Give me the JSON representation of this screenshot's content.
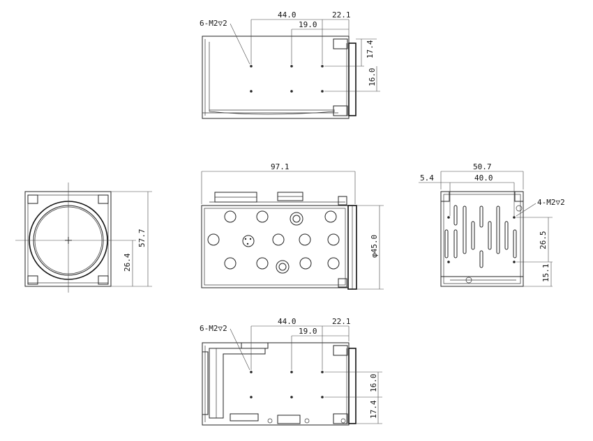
{
  "colors": {
    "line": "#222222",
    "background": "#ffffff"
  },
  "top_view": {
    "hole_label": "6-M2▽2",
    "dims": {
      "width_a": "44.0",
      "width_b": "22.1",
      "inner": "19.0",
      "side_a": "17.4",
      "side_b": "16.0"
    }
  },
  "front_view": {
    "dims": {
      "height": "57.7",
      "center": "26.4"
    }
  },
  "side_view": {
    "dims": {
      "length": "97.1",
      "lens_dia": "φ45.0"
    }
  },
  "rear_view": {
    "hole_label": "4-M2▽2",
    "dims": {
      "width": "50.7",
      "offset": "5.4",
      "inner": "40.0",
      "height_a": "26.5",
      "height_b": "15.1"
    }
  },
  "bottom_view": {
    "hole_label": "6-M2▽2",
    "dims": {
      "width_a": "44.0",
      "width_b": "22.1",
      "inner": "19.0",
      "side_a": "16.0",
      "side_b": "17.4"
    }
  }
}
